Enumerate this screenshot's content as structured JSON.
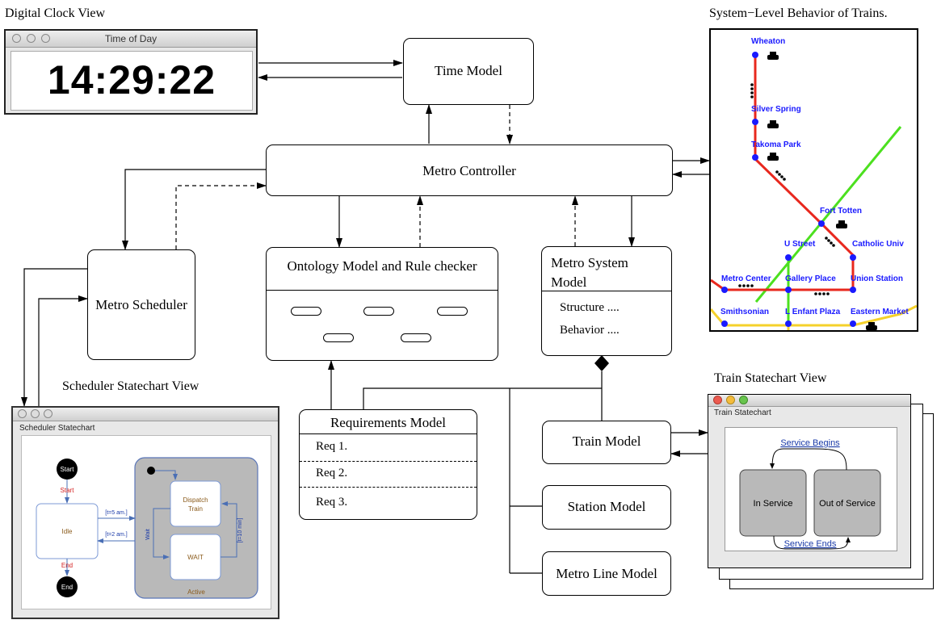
{
  "labels": {
    "clock_view": "Digital Clock View",
    "trains_view": "System−Level Behavior of Trains.",
    "scheduler_view": "Scheduler Statechart View",
    "train_view": "Train Statechart View"
  },
  "clock": {
    "window_title": "Time of Day",
    "time": "14:29:22"
  },
  "boxes": {
    "time_model": "Time Model",
    "metro_controller": "Metro Controller",
    "metro_scheduler": "Metro Scheduler",
    "ontology": "Ontology Model and Rule checker",
    "metro_system_l1": "Metro System",
    "metro_system_l2": "Model",
    "structure": "Structure ....",
    "behavior": "Behavior ....",
    "requirements": "Requirements Model",
    "req1": "Req 1.",
    "req2": "Req 2.",
    "req3": "Req 3.",
    "train_model": "Train Model",
    "station_model": "Station Model",
    "metro_line_model": "Metro Line Model"
  },
  "scheduler_window": {
    "title": "Scheduler Statechart",
    "start": "Start",
    "start_label": "Start",
    "idle": "Idle",
    "end_label": "End",
    "end": "End",
    "t5": "[t=5 am.]",
    "t2": "[t=2 am.]",
    "wait_label": "Wait",
    "dispatch_l1": "Dispatch",
    "dispatch_l2": "Train",
    "wait_state": "WAIT",
    "t10": "[t=10 min]",
    "active": "Active"
  },
  "train_window": {
    "title": "Train Statechart",
    "service_begins": "Service Begins",
    "in_service": "In Service",
    "out_of_service": "Out of Service",
    "service_ends": "Service Ends"
  },
  "map": {
    "stations": [
      "Wheaton",
      "Silver Spring",
      "Takoma Park",
      "Fort Totten",
      "U Street",
      "Catholic Univ",
      "Metro Center",
      "Gallery Place",
      "Union Station",
      "Smithsonian",
      "L Enfant Plaza",
      "Eastern Market"
    ],
    "colors": {
      "red_line": "#e8281e",
      "green_line": "#4ce01f",
      "yellow_line": "#f5d12a",
      "station": "#1a1aff",
      "label": "#1a1aff"
    }
  }
}
